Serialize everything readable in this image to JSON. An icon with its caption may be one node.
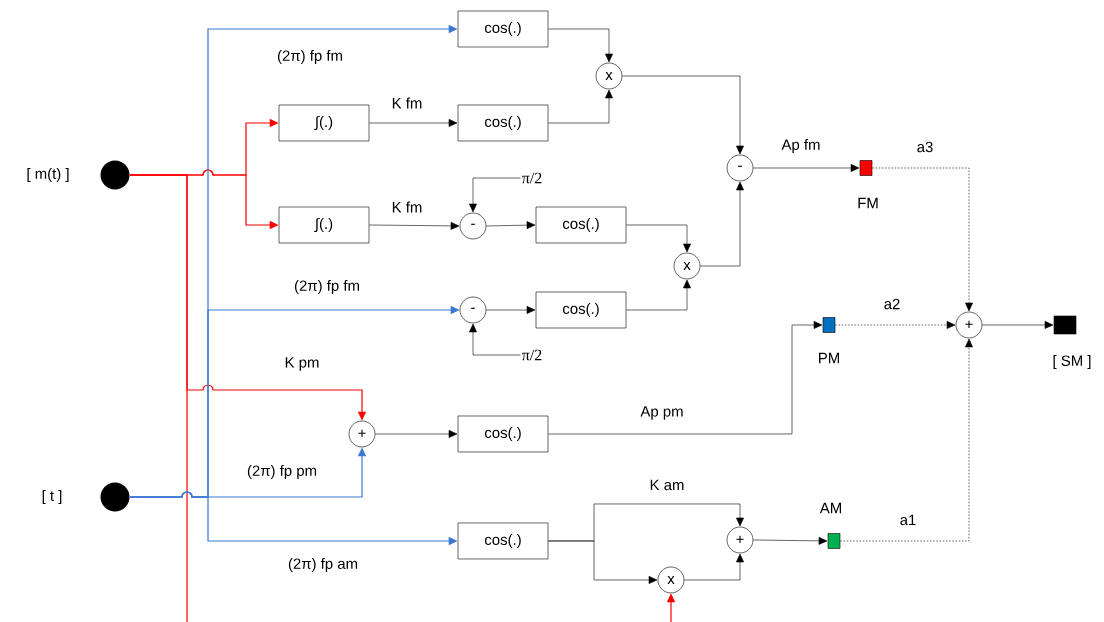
{
  "diagram": {
    "nodes": [
      {
        "text": [],
        "shape": "circle",
        "beside": [
          "[ m(t) ]"
        ]
      },
      {
        "text": [],
        "shape": "circle",
        "beside": [
          "[ t ]"
        ]
      },
      {
        "text": [
          "cos(.)"
        ]
      },
      {
        "text": [
          "∫(.)"
        ]
      },
      {
        "text": [
          "cos(.)"
        ]
      },
      {
        "text": [
          "x"
        ]
      },
      {
        "text": [
          "∫(.)"
        ]
      },
      {
        "text": [
          "-"
        ]
      },
      {
        "text": [
          "cos(.)"
        ]
      },
      {
        "text": [
          "x"
        ]
      },
      {
        "text": [
          "-"
        ]
      },
      {
        "text": [],
        "shape": "box",
        "beside": [
          "FM"
        ]
      },
      {
        "text": [
          "-"
        ]
      },
      {
        "text": [
          "cos(.)"
        ]
      },
      {
        "text": [],
        "shape": "box",
        "beside": [
          "PM"
        ]
      },
      {
        "text": [
          "+"
        ]
      },
      {
        "text": [],
        "shape": "box",
        "beside": [
          "[ SM ]"
        ]
      },
      {
        "text": [
          "+"
        ]
      },
      {
        "text": [
          "cos(.)"
        ]
      },
      {
        "text": [
          "cos(.)"
        ]
      },
      {
        "text": [
          "+"
        ]
      },
      {
        "text": [
          "x"
        ]
      },
      {
        "text": [],
        "shape": "box",
        "beside": [
          "AM"
        ]
      },
      {
        "text": [
          "π/2"
        ]
      },
      {
        "text": [
          "π/2"
        ]
      }
    ],
    "edges": [
      {
        "from": 0,
        "to": 3,
        "arrow": "to",
        "color": "#ff0000"
      },
      {
        "from": 0,
        "to": 6,
        "arrow": "to",
        "color": "#ff0000"
      },
      {
        "from": 0,
        "to": 17,
        "arrow": "to",
        "color": "#ff0000",
        "label": "K pm"
      },
      {
        "from": 0,
        "to": null,
        "arrow": "none",
        "color": "#ff0000"
      },
      {
        "from": null,
        "to": 21,
        "arrow": "to",
        "color": "#ff0000"
      },
      {
        "from": 1,
        "to": 2,
        "arrow": "to",
        "color": "#3a78d4",
        "label": "(2π) fp fm"
      },
      {
        "from": 1,
        "to": 12,
        "arrow": "to",
        "color": "#3a78d4",
        "label": "(2π) fp fm"
      },
      {
        "from": 1,
        "to": 17,
        "arrow": "to",
        "color": "#3a78d4",
        "label": "(2π) fp pm"
      },
      {
        "from": 1,
        "to": 19,
        "arrow": "to",
        "color": "#3a78d4",
        "label": "(2π) fp am"
      },
      {
        "from": 3,
        "to": 4,
        "arrow": "to",
        "label": "K fm"
      },
      {
        "from": 2,
        "to": 5,
        "arrow": "to"
      },
      {
        "from": 4,
        "to": 5,
        "arrow": "to"
      },
      {
        "from": 5,
        "to": 10,
        "arrow": "to"
      },
      {
        "from": 6,
        "to": 7,
        "arrow": "to",
        "label": "K fm"
      },
      {
        "from": 23,
        "to": 7,
        "arrow": "to"
      },
      {
        "from": 7,
        "to": 8,
        "arrow": "to"
      },
      {
        "from": 8,
        "to": 9,
        "arrow": "to"
      },
      {
        "from": 12,
        "to": 13,
        "arrow": "to"
      },
      {
        "from": 24,
        "to": 12,
        "arrow": "to"
      },
      {
        "from": 13,
        "to": 9,
        "arrow": "to"
      },
      {
        "from": 9,
        "to": 10,
        "arrow": "to"
      },
      {
        "from": 10,
        "to": 11,
        "arrow": "to",
        "label": "Ap fm"
      },
      {
        "from": 11,
        "to": 15,
        "arrow": "to",
        "style": "dashed",
        "label": "a3"
      },
      {
        "from": 17,
        "to": 18,
        "arrow": "to"
      },
      {
        "from": 18,
        "to": 14,
        "arrow": "to",
        "label": "Ap pm"
      },
      {
        "from": 14,
        "to": 15,
        "arrow": "to",
        "style": "dashed",
        "label": "a2"
      },
      {
        "from": 15,
        "to": 16,
        "arrow": "to"
      },
      {
        "from": 19,
        "to": 20,
        "arrow": "to",
        "label": "K am"
      },
      {
        "from": 19,
        "to": 21,
        "arrow": "to"
      },
      {
        "from": 21,
        "to": 20,
        "arrow": "to"
      },
      {
        "from": 20,
        "to": 22,
        "arrow": "to"
      },
      {
        "from": 22,
        "to": 15,
        "arrow": "to",
        "style": "dashed",
        "label": "a1"
      }
    ]
  }
}
